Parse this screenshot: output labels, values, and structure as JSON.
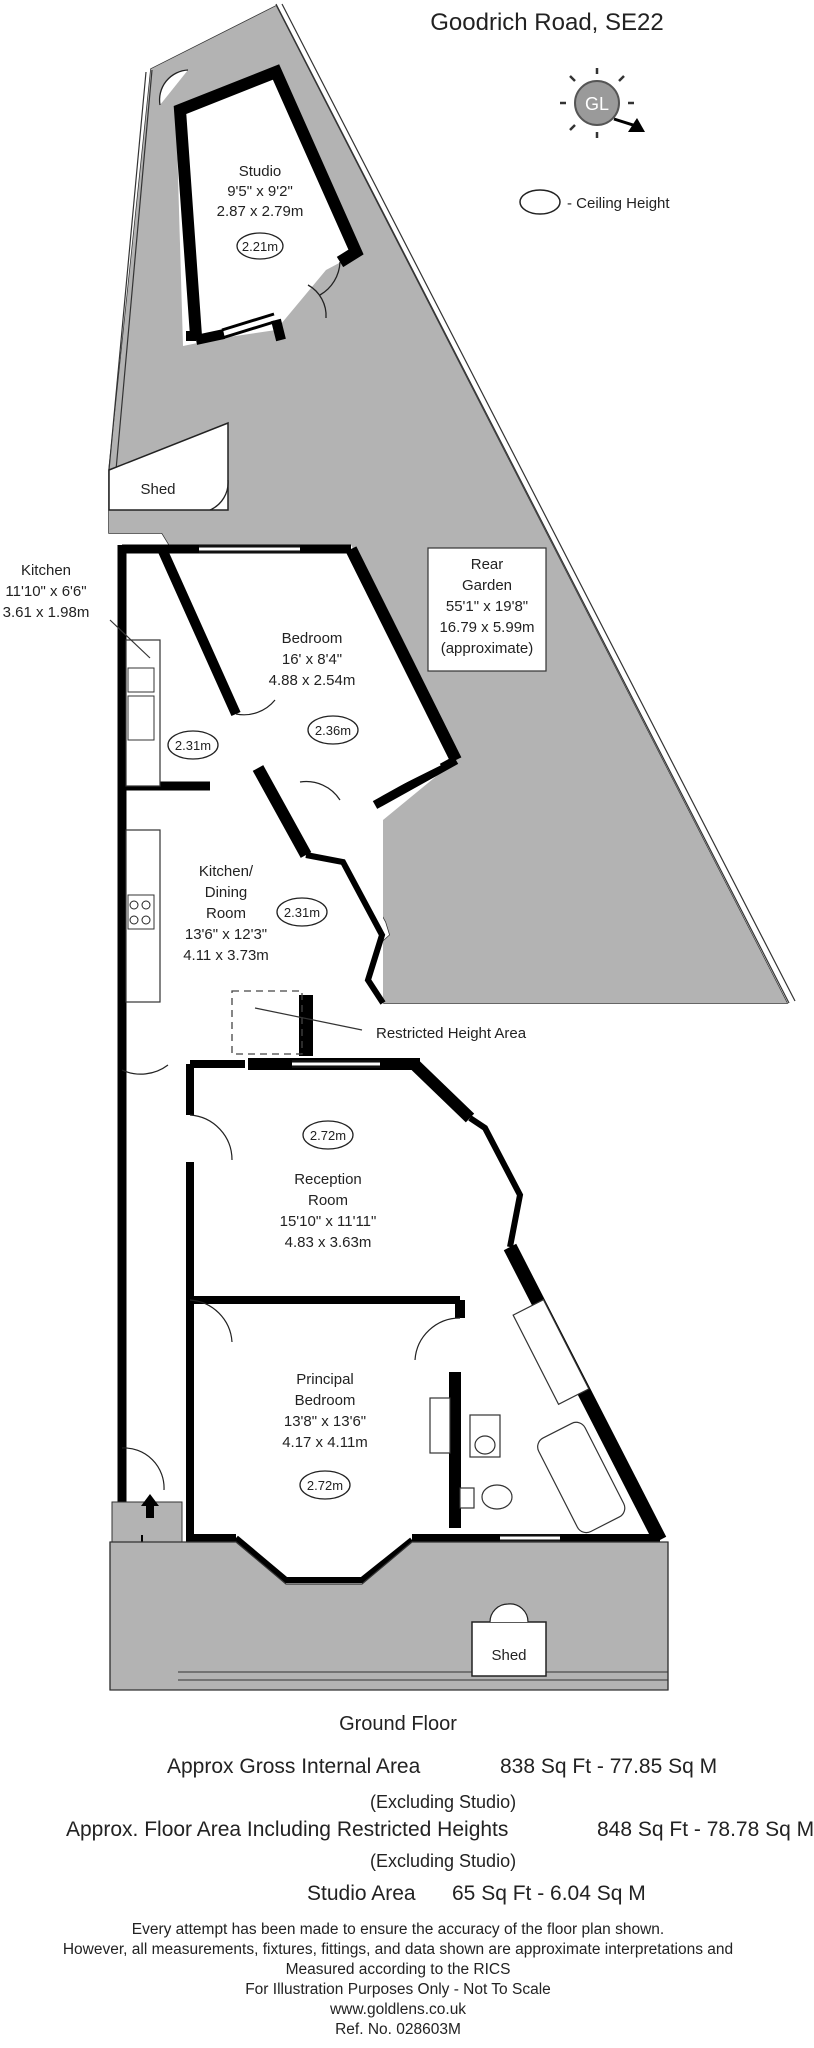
{
  "title": "Goodrich Road, SE22",
  "logo_text": "GL",
  "legend": {
    "ceiling_height_label": "- Ceiling Height"
  },
  "rooms": {
    "studio": {
      "name": "Studio",
      "imperial": "9'5\" x 9'2\"",
      "metric": "2.87 x 2.79m",
      "ceiling": "2.21m"
    },
    "shed_top": {
      "name": "Shed"
    },
    "rear_garden": {
      "name_line1": "Rear",
      "name_line2": "Garden",
      "imperial": "55'1\" x 19'8\"",
      "metric": "16.79 x 5.99m",
      "note": "(approximate)"
    },
    "kitchen": {
      "name": "Kitchen",
      "imperial": "11'10\" x 6'6\"",
      "metric": "3.61 x 1.98m",
      "ceiling": "2.31m"
    },
    "bedroom": {
      "name": "Bedroom",
      "imperial": "16' x 8'4\"",
      "metric": "4.88 x 2.54m",
      "ceiling": "2.36m"
    },
    "kitchen_dining": {
      "name_line1": "Kitchen/",
      "name_line2": "Dining",
      "name_line3": "Room",
      "imperial": "13'6\" x 12'3\"",
      "metric": "4.11 x 3.73m",
      "ceiling": "2.31m"
    },
    "restricted": {
      "label": "Restricted Height Area"
    },
    "reception": {
      "name_line1": "Reception",
      "name_line2": "Room",
      "imperial": "15'10\" x 11'11\"",
      "metric": "4.83 x 3.63m",
      "ceiling": "2.72m"
    },
    "principal": {
      "name_line1": "Principal",
      "name_line2": "Bedroom",
      "imperial": "13'8\" x 13'6\"",
      "metric": "4.17 x 4.11m",
      "ceiling": "2.72m"
    },
    "shed_bottom": {
      "name": "Shed"
    }
  },
  "footer": {
    "floor_label": "Ground Floor",
    "gross_label": "Approx Gross Internal Area",
    "gross_value": "838 Sq Ft  -  77.85 Sq M",
    "excl1": "(Excluding Studio)",
    "restricted_label": "Approx. Floor Area Including Restricted Heights",
    "restricted_value": "848 Sq Ft  -  78.78 Sq M",
    "excl2": "(Excluding Studio)",
    "studio_label": "Studio Area",
    "studio_value": "65 Sq Ft  -  6.04 Sq M",
    "disclaimer": [
      "Every attempt has been made to ensure the accuracy of the floor plan shown.",
      "However, all measurements, fixtures, fittings, and data shown are approximate interpretations and",
      "Measured according to the RICS",
      "For Illustration Purposes Only - Not To Scale",
      "www.goldlens.co.uk",
      "Ref. No. 028603M"
    ]
  },
  "colors": {
    "garden_fill": "#b3b3b3",
    "wall": "#000000",
    "line": "#333333",
    "logo": "#9a9a9a"
  }
}
